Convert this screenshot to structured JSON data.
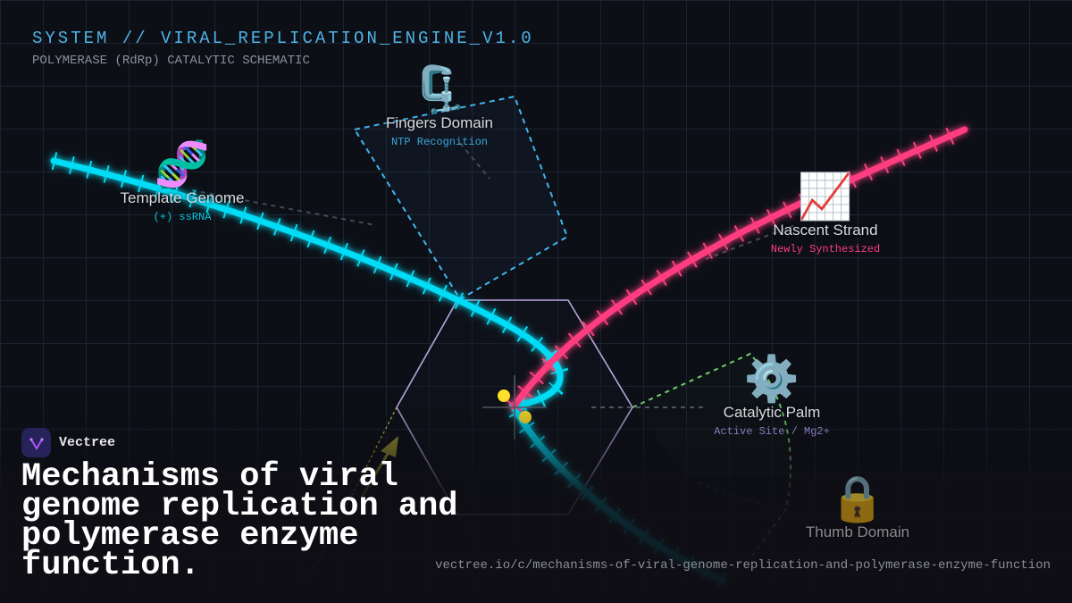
{
  "header": {
    "title": "SYSTEM // VIRAL_REPLICATION_ENGINE_V1.0",
    "subtitle": "POLYMERASE (RdRp) CATALYTIC SCHEMATIC"
  },
  "nodes": {
    "template": {
      "icon": "🧬",
      "icon_name": "dna-icon",
      "name": "Template Genome",
      "status": "(+) ssRNA",
      "color": "#00d8f0"
    },
    "fingers": {
      "icon": "🗜️",
      "icon_name": "clamp-icon",
      "name": "Fingers Domain",
      "status": "NTP Recognition",
      "color": "#3aa8d8"
    },
    "nascent": {
      "icon": "📈",
      "icon_name": "chart-increasing-icon",
      "name": "Nascent Strand",
      "status": "Newly Synthesized",
      "color": "#ff3d7f"
    },
    "palm": {
      "icon": "⚙️",
      "icon_name": "gear-icon",
      "name": "Catalytic Palm",
      "status": "Active Site / Mg2+",
      "color": "#8a78b8"
    },
    "thumb": {
      "icon": "🔒",
      "icon_name": "lock-icon",
      "name": "Thumb Domain"
    }
  },
  "brand": {
    "name": "Vectree",
    "accent": "#a855f7"
  },
  "headline": "Mechanisms of viral genome replication and polymerase enzyme function.",
  "url": "vectree.io/c/mechanisms-of-viral-genome-replication-and-polymerase-enzyme-function"
}
